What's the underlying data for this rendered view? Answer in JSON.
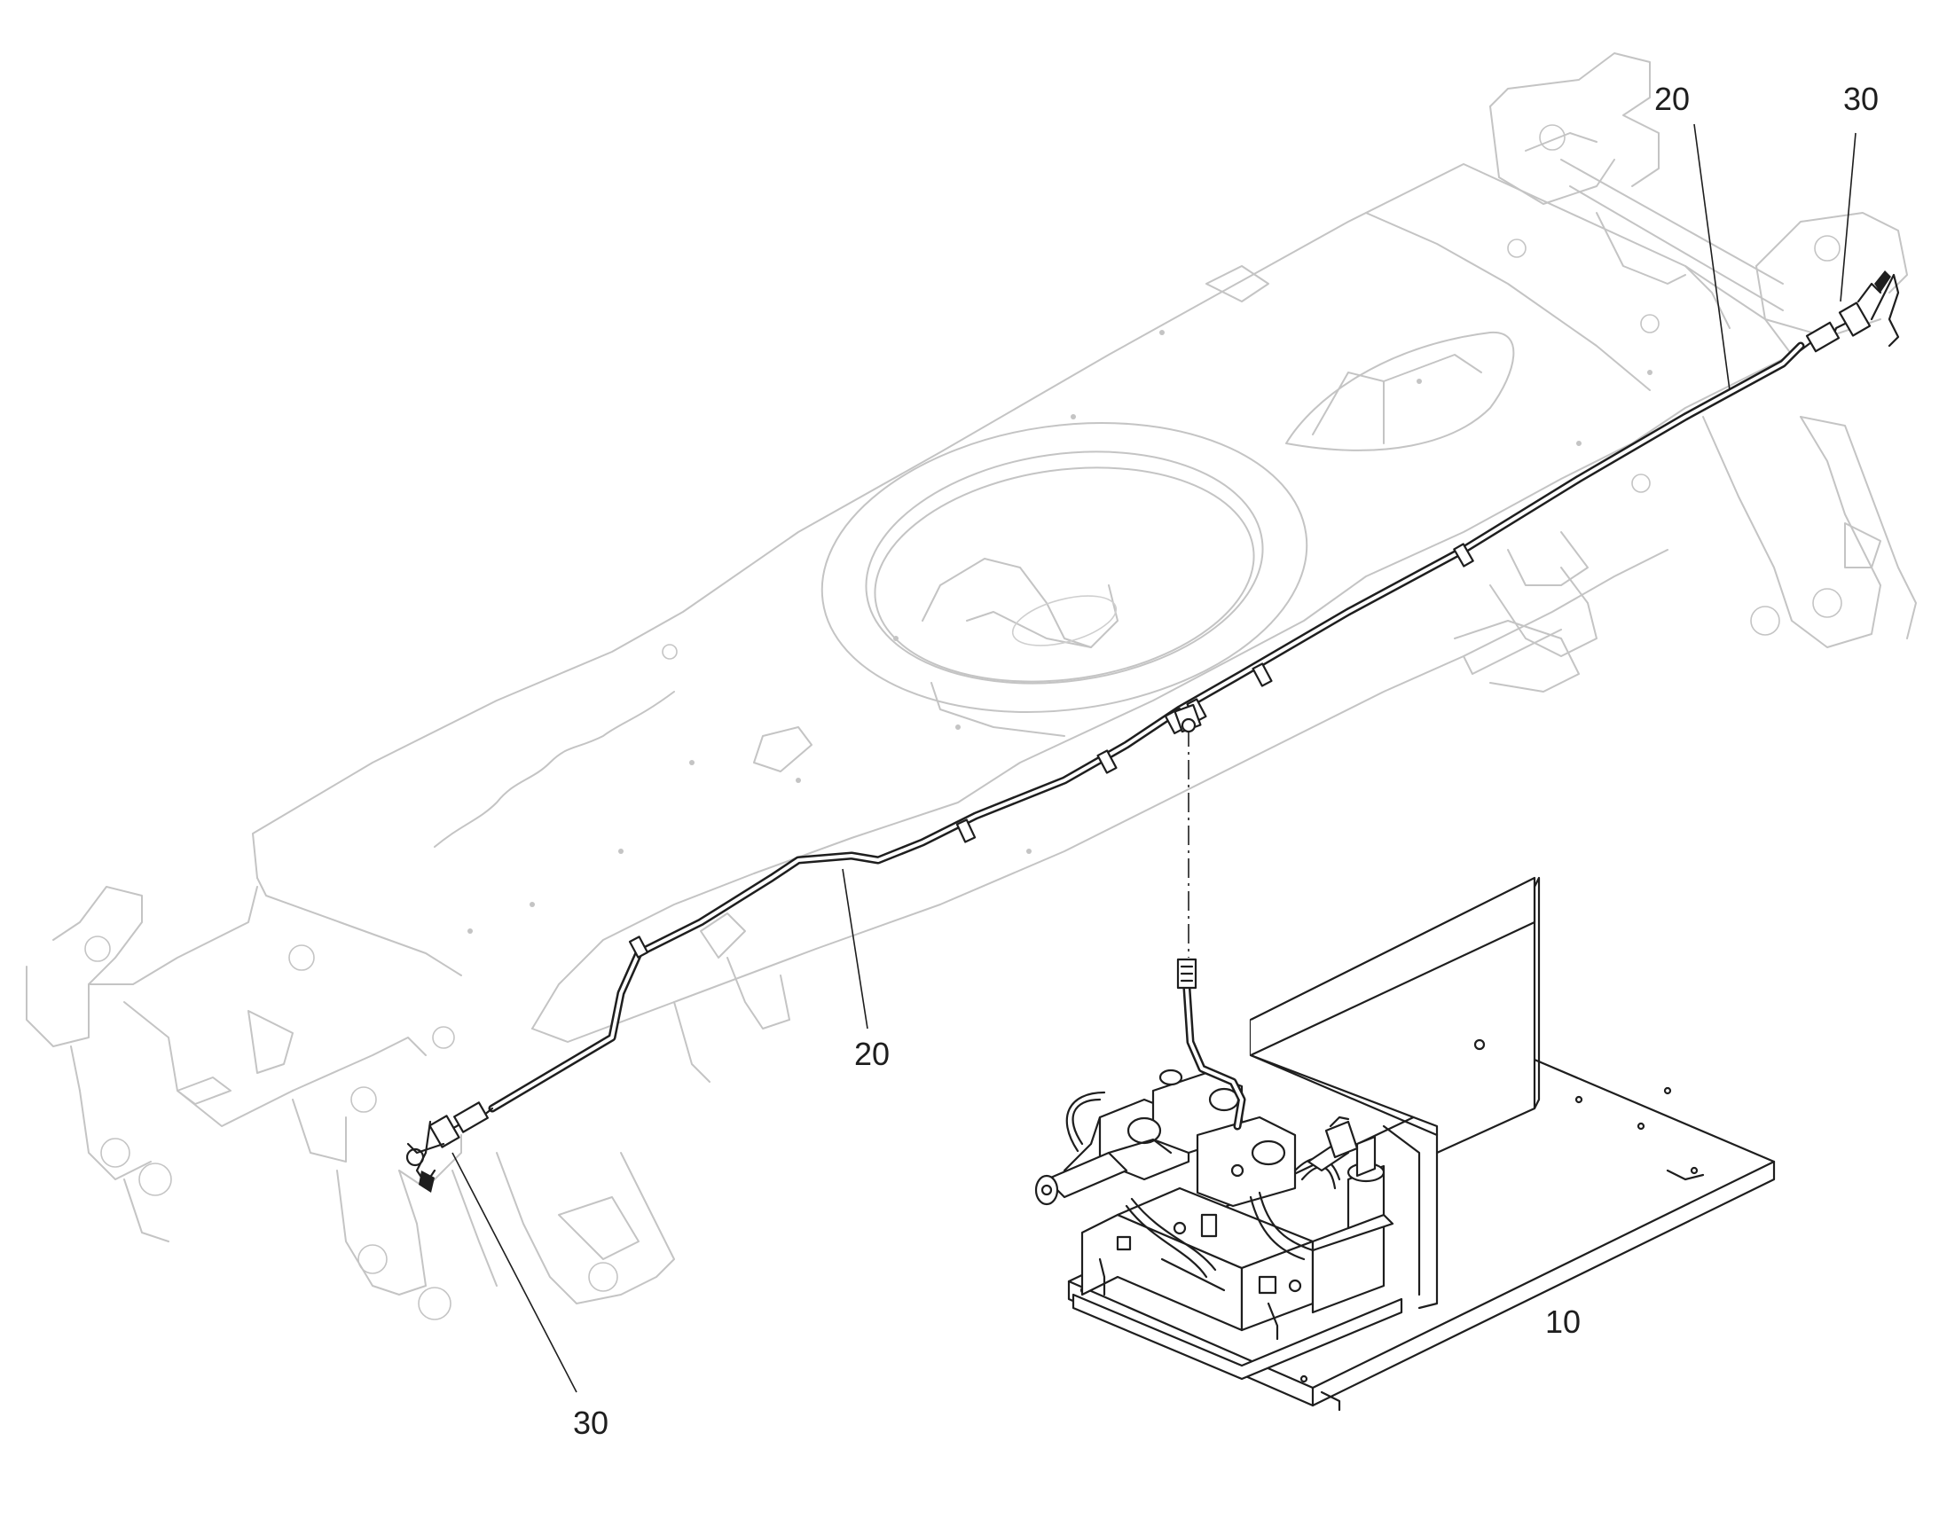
{
  "callouts": [
    {
      "id": "c20-top",
      "label": "20"
    },
    {
      "id": "c30-top",
      "label": "30"
    },
    {
      "id": "c20-mid",
      "label": "20"
    },
    {
      "id": "c10",
      "label": "10"
    },
    {
      "id": "c30-bottom",
      "label": "30"
    }
  ],
  "colors": {
    "frame_line": "#c4c4c4",
    "part_line": "#1e1e1e",
    "background": "#ffffff"
  }
}
